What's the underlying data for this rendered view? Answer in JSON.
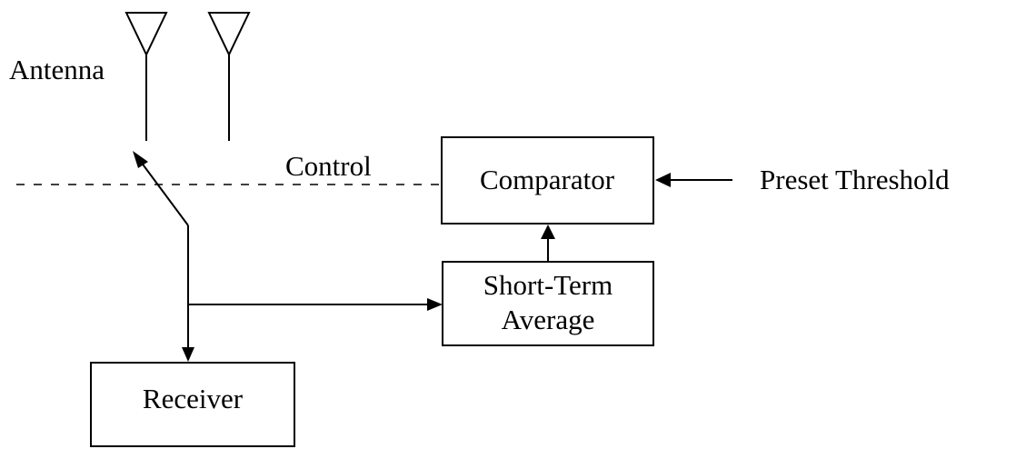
{
  "diagram": {
    "labels": {
      "antenna": "Antenna",
      "control": "Control",
      "comparator": "Comparator",
      "preset_threshold": "Preset Threshold",
      "short_term_line1": "Short-Term",
      "short_term_line2": "Average",
      "receiver": "Receiver"
    },
    "colors": {
      "line": "#000000",
      "background": "#ffffff"
    }
  }
}
